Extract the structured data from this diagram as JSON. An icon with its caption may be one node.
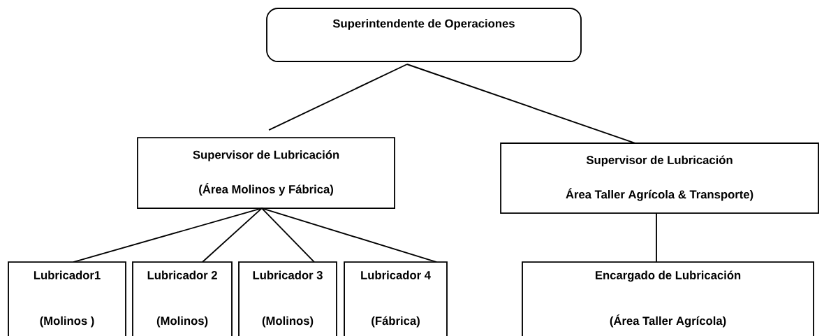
{
  "diagram": {
    "nodes": [
      {
        "text": [
          "Superintendente de Operaciones"
        ]
      },
      {
        "text": [
          "Supervisor de Lubricación",
          "(Área Molinos y Fábrica)"
        ]
      },
      {
        "text": [
          "Supervisor de Lubricación",
          "Área Taller Agrícola & Transporte)"
        ]
      },
      {
        "text": [
          "Lubricador1",
          "(Molinos )"
        ]
      },
      {
        "text": [
          "Lubricador 2",
          "(Molinos)"
        ]
      },
      {
        "text": [
          "Lubricador 3",
          "(Molinos)"
        ]
      },
      {
        "text": [
          "Lubricador 4",
          "(Fábrica)"
        ]
      },
      {
        "text": [
          "Encargado de Lubricación",
          "(Área Taller Agrícola)"
        ]
      }
    ],
    "edges": [
      {
        "from": 0,
        "to": 1,
        "arrow": "none"
      },
      {
        "from": 0,
        "to": 2,
        "arrow": "none"
      },
      {
        "from": 1,
        "to": 3,
        "arrow": "none"
      },
      {
        "from": 1,
        "to": 4,
        "arrow": "none"
      },
      {
        "from": 1,
        "to": 5,
        "arrow": "none"
      },
      {
        "from": 1,
        "to": 6,
        "arrow": "none"
      },
      {
        "from": 2,
        "to": 7,
        "arrow": "none"
      }
    ]
  }
}
